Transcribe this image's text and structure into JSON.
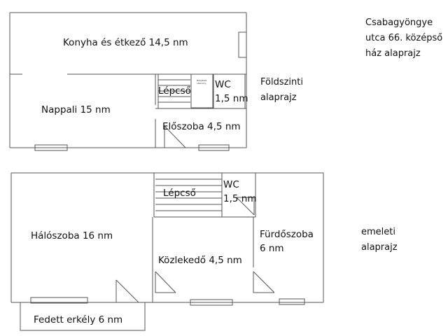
{
  "title": {
    "lines": [
      "Csabagyöngye",
      "utca 66. középső",
      "ház alaprajz"
    ]
  },
  "ground_floor": {
    "caption": {
      "lines": [
        "Földszinti",
        "alaprajz"
      ]
    },
    "rooms": {
      "kitchen": "Konyha és étkező 14,5 nm",
      "living": "Nappali 15 nm",
      "stairs": "Lépcső",
      "wc_title": "WC",
      "wc_area": "1,5 nm",
      "hall": "Előszoba 4,5 nm"
    },
    "closet_text": [
      "Beépített",
      "szekrény"
    ]
  },
  "upper_floor": {
    "caption": {
      "lines": [
        "emeleti",
        "alaprajz"
      ]
    },
    "rooms": {
      "bedroom": "Hálószoba 16 nm",
      "stairs": "Lépcső",
      "wc_title": "WC",
      "wc_area": "1,5 nm",
      "bath_title": "Fürdőszoba",
      "bath_area": "6 nm",
      "corridor": "Közlekedő 4,5 nm",
      "balcony": "Fedett erkély 6 nm"
    }
  }
}
